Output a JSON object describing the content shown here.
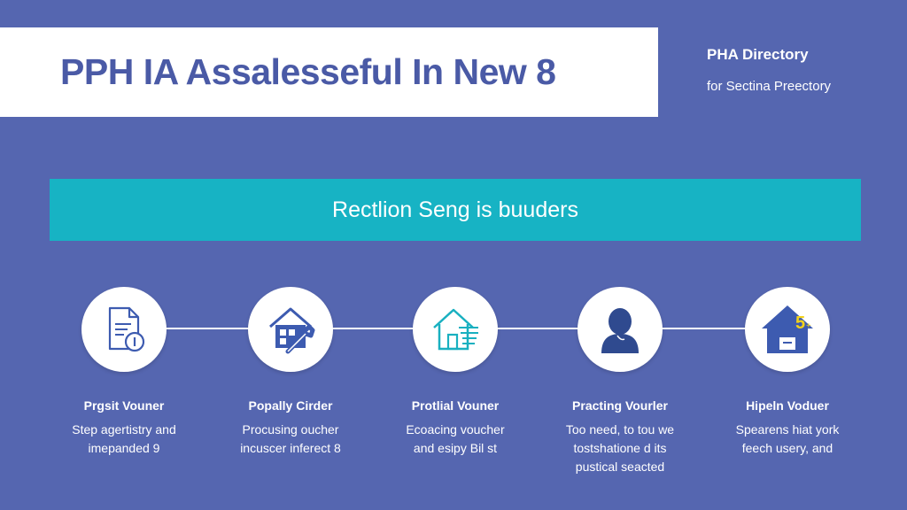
{
  "header": {
    "title": "PPH IA Assalesseful In New 8",
    "side_title": "PHA Directory",
    "side_subtitle": "for Sectina Preectory"
  },
  "section": {
    "label": "Rectlion Seng is buuders"
  },
  "steps": [
    {
      "icon": "document-icon",
      "title": "Prgsit Vouner",
      "desc_line1": "Step agertistry and",
      "desc_line2": "imepanded 9",
      "desc_line3": ""
    },
    {
      "icon": "house-wrench-icon",
      "title": "Popally Cirder",
      "desc_line1": "Procusing oucher",
      "desc_line2": "incuscer inferect 8",
      "desc_line3": ""
    },
    {
      "icon": "house-lines-icon",
      "title": "Protlial Vouner",
      "desc_line1": "Ecoacing voucher",
      "desc_line2": "and esipy Bil st",
      "desc_line3": ""
    },
    {
      "icon": "person-icon",
      "title": "Practing Vourler",
      "desc_line1": "Too need, to tou we",
      "desc_line2": "tostshatione d its",
      "desc_line3": "pustical seacted"
    },
    {
      "icon": "house-number-icon",
      "title": "Hipeln Voduer",
      "desc_line1": "Spearens hiat york",
      "desc_line2": "feech usery, and",
      "desc_line3": "",
      "badge": "5"
    }
  ],
  "colors": {
    "background": "#5566b0",
    "title_text": "#4a5aa6",
    "section_bar": "#17b3c4",
    "icon_blue": "#3d5bb0",
    "icon_teal": "#19b0c0",
    "icon_yellow": "#f2d21b"
  }
}
